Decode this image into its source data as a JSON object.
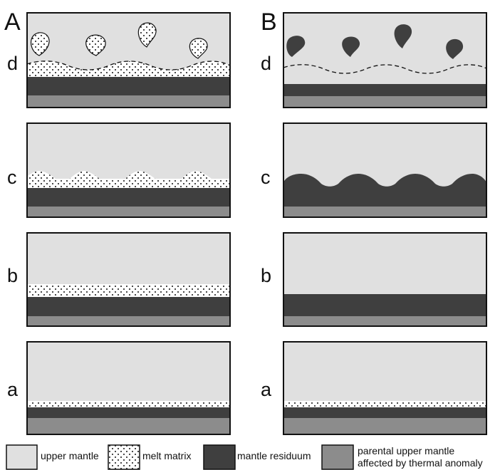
{
  "columns": [
    {
      "key": "A",
      "label": "A"
    },
    {
      "key": "B",
      "label": "B"
    }
  ],
  "stages": [
    {
      "key": "d",
      "label": "d"
    },
    {
      "key": "c",
      "label": "c"
    },
    {
      "key": "b",
      "label": "b"
    },
    {
      "key": "a",
      "label": "a"
    }
  ],
  "legend": [
    {
      "key": "upper-mantle",
      "label": "upper mantle",
      "color": "#e0e0e0"
    },
    {
      "key": "melt-matrix",
      "label": "melt matrix",
      "color": "#ffffff"
    },
    {
      "key": "mantle-residuum",
      "label": "mantle residuum",
      "color": "#3f3f3f"
    },
    {
      "key": "parental-upper-mantle",
      "label": "parental upper mantle",
      "label2": "affected by thermal anomaly",
      "color": "#8c8c8c"
    }
  ]
}
